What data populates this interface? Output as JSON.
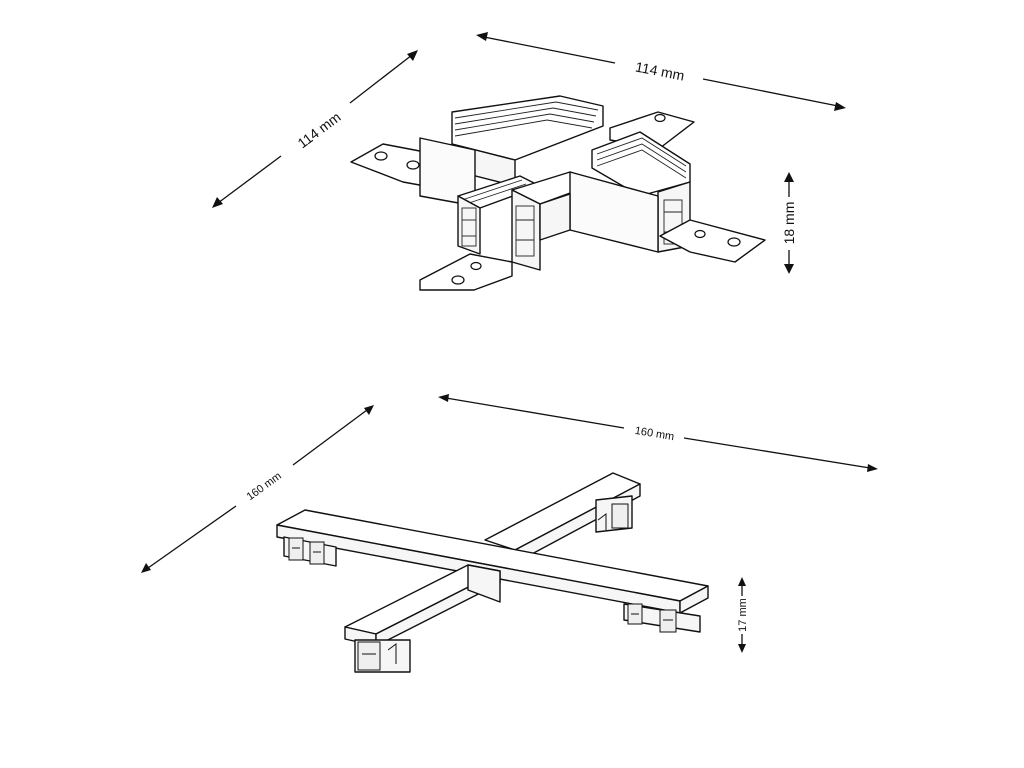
{
  "top_connector": {
    "width_label": "114 mm",
    "depth_label": "114 mm",
    "height_label": "18 mm"
  },
  "bottom_connector": {
    "width_label": "160 mm",
    "depth_label": "160 mm",
    "height_label": "17 mm"
  }
}
